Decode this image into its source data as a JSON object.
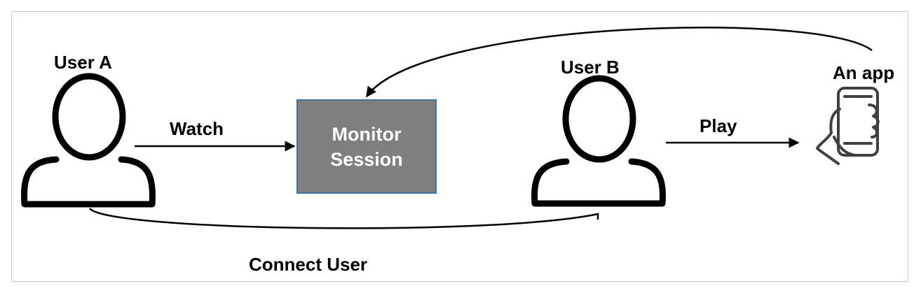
{
  "diagram": {
    "nodes": {
      "user_a": {
        "label": "User A",
        "icon": "person-icon"
      },
      "user_b": {
        "label": "User B",
        "icon": "person-icon"
      },
      "monitor": {
        "line1": "Monitor",
        "line2": "Session"
      },
      "app": {
        "label": "An app",
        "icon": "hand-holding-phone-icon"
      }
    },
    "edges": {
      "watch": {
        "label": "Watch",
        "from": "User A",
        "to": "Monitor Session"
      },
      "play": {
        "label": "Play",
        "from": "User B",
        "to": "An app"
      },
      "connect": {
        "label": "Connect User",
        "from": "User A",
        "to": "User B"
      },
      "app_feedback": {
        "label": "",
        "from": "An app",
        "to": "Monitor Session"
      }
    },
    "colors": {
      "monitor_fill": "#7f7f7f",
      "monitor_border": "#41719c",
      "line": "#000000"
    }
  }
}
